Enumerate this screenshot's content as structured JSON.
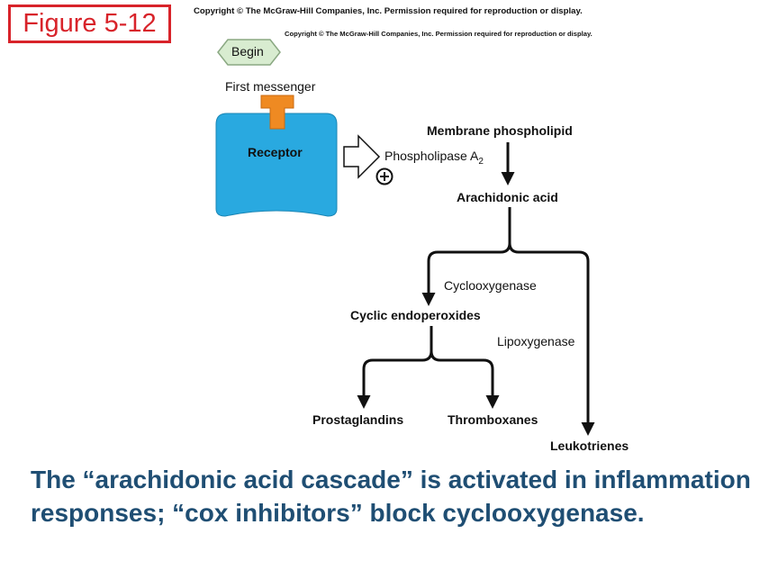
{
  "figure_label": "Figure 5-12",
  "copyright_top": "Copyright © The McGraw-Hill Companies, Inc. Permission required for reproduction or display.",
  "copyright_inner": "Copyright © The McGraw-Hill Companies, Inc. Permission required for reproduction or display.",
  "diagram": {
    "begin": "Begin",
    "first_messenger": "First messenger",
    "receptor": "Receptor",
    "phospholipase": "Phospholipase A",
    "phospholipase_sub": "2",
    "plus": "+",
    "membrane_phospholipid": "Membrane phospholipid",
    "arachidonic_acid": "Arachidonic acid",
    "cyclooxygenase": "Cyclooxygenase",
    "lipoxygenase": "Lipoxygenase",
    "cyclic_endoperoxides": "Cyclic endoperoxides",
    "prostaglandins": "Prostaglandins",
    "thromboxanes": "Thromboxanes",
    "leukotrienes": "Leukotrienes"
  },
  "colors": {
    "receptor_fill": "#29a9e0",
    "messenger_fill": "#ef8a22",
    "begin_fill": "#d8ecd0",
    "figure_border": "#d8232a",
    "caption_text": "#1f4e73"
  },
  "caption": "The “arachidonic acid cascade” is activated in inflammation responses; “cox inhibitors” block cyclooxygenase."
}
